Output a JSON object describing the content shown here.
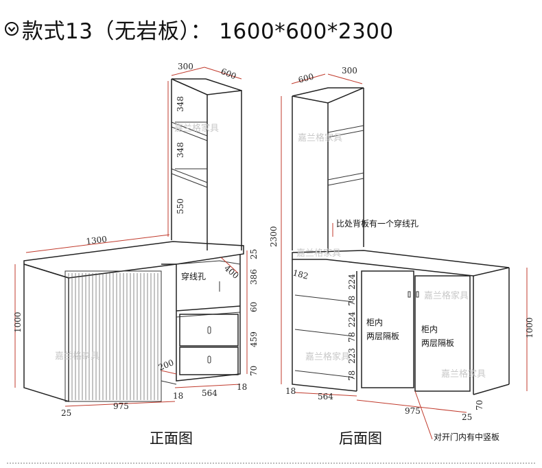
{
  "title": {
    "text": "款式13（无岩板）： 1600*600*2300",
    "icon": "chevron-down-circle-icon"
  },
  "front": {
    "caption": "正面图",
    "dims": {
      "top_w": "300",
      "top_d": "600",
      "shelf1": "348",
      "shelf2": "348",
      "shelf3": "550",
      "width": "1300",
      "height": "1000",
      "d400": "400",
      "h25": "25",
      "h386": "386",
      "h60": "60",
      "h459": "459",
      "h70": "70",
      "w200": "200",
      "w18a": "18",
      "w564": "564",
      "w18b": "18",
      "w975": "975",
      "w25": "25"
    },
    "hole_note": "穿线孔"
  },
  "back": {
    "caption": "后面图",
    "dims": {
      "top_d": "600",
      "top_w": "300",
      "height": "2300",
      "d182": "182",
      "s224a": "224",
      "s78a": "78",
      "s224b": "224",
      "s78b": "78",
      "s223": "223",
      "s78c": "78",
      "height_right": "1000",
      "w18": "18",
      "w564": "564",
      "w975": "975",
      "w25": "25",
      "h70": "70"
    },
    "back_hole_note": "比处背板有一个穿线孔",
    "door_left": [
      "柜内",
      "两层隔板"
    ],
    "door_right": [
      "柜内",
      "两层隔板"
    ],
    "divider_note": "对开门内有中竖板"
  },
  "watermark": "嘉兰格家具",
  "colors": {
    "line": "#222222",
    "annotation": "#c0392b"
  }
}
